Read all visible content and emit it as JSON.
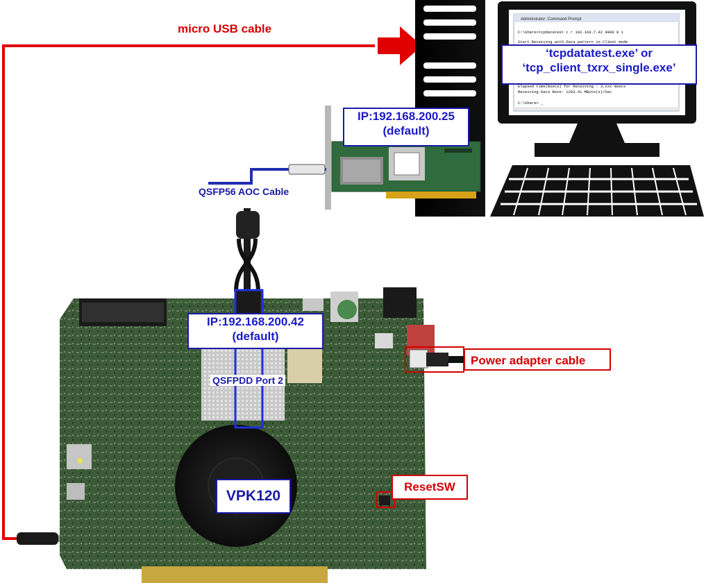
{
  "cable_usb": {
    "label": "micro USB cable"
  },
  "cable_qsfp": {
    "label": "QSFP56 AOC Cable"
  },
  "nic": {
    "ip_label": "IP:192.168.200.25",
    "ip_note": "(default)"
  },
  "board": {
    "ip_label": "IP:192.168.200.42",
    "ip_note": "(default)",
    "port_label": "QSFPDD Port 2",
    "name": "VPK120",
    "power_label": "Power adapter cable",
    "reset_label": "ResetSW"
  },
  "pc": {
    "app_line1": "‘tcpdatatest.exe’ or",
    "app_line2": "‘tcp_client_txrx_single.exe’",
    "console": {
      "title": "Administrator: Command Prompt",
      "lines": [
        "C:\\Share>tcpdatatest c r 192.168.7.42 4000 0 1",
        "Start Receiving with Data pattern in Client mode",
        "Elapsed time(msecs) for Receiving : 3,xxx msecs",
        "Receiving Data Rate: 1203.41 MByte(s)/Sec",
        "C:\\Share> _"
      ]
    }
  },
  "colors": {
    "cable_red": "#e00000",
    "label_blue": "#1a1aa6",
    "label_red": "#d40000",
    "pcb_green": "#2f4a2c"
  }
}
